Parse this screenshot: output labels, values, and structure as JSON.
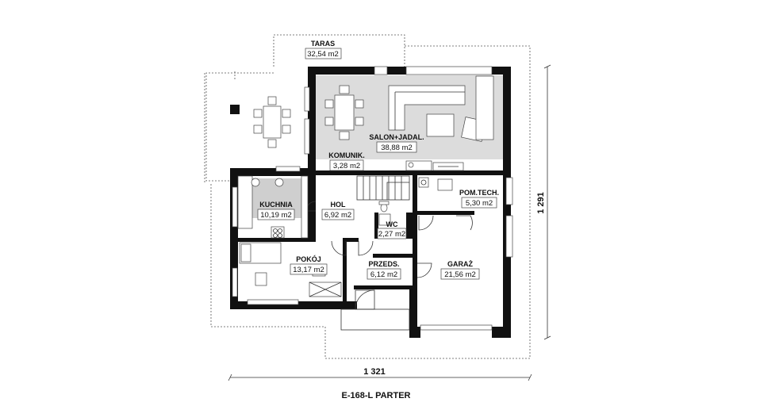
{
  "plan": {
    "title": "E-168-L PARTER",
    "width_dimension": "1 321",
    "height_dimension": "1 291",
    "colors": {
      "wall": "#111111",
      "living_floor": "#dcdcdc",
      "kitchen_floor": "#cfcfcf"
    }
  },
  "rooms": {
    "taras": {
      "name": "TARAS",
      "area": "32,54 m2"
    },
    "salon": {
      "name": "SALON+JADAL.",
      "area": "38,88 m2"
    },
    "komunik": {
      "name": "KOMUNIK.",
      "area": "3,28 m2"
    },
    "kuchnia": {
      "name": "KUCHNIA",
      "area": "10,19 m2"
    },
    "hol": {
      "name": "HOL",
      "area": "6,92 m2"
    },
    "wc": {
      "name": "WC",
      "area": "2,27 m2"
    },
    "pomtech": {
      "name": "POM.TECH.",
      "area": "5,30 m2"
    },
    "pokoj": {
      "name": "POKÓJ",
      "area": "13,17 m2"
    },
    "przeds": {
      "name": "PRZEDS.",
      "area": "6,12 m2"
    },
    "garaz": {
      "name": "GARAŻ",
      "area": "21,56 m2"
    }
  }
}
